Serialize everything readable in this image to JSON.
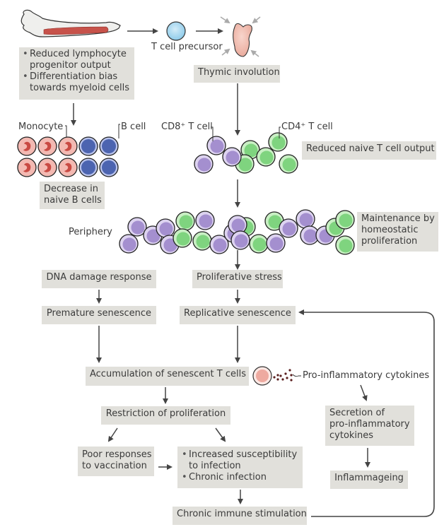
{
  "figure": {
    "top": {
      "precursor_label": "T cell precursor",
      "bone_marrow_points": [
        "Reduced lymphocyte progenitor output",
        "Differentiation bias towards myeloid cells"
      ],
      "bone_marrow_lines": [
        "Reduced lymphocyte",
        "progenitor output",
        "Differentiation bias",
        "towards myeloid cells"
      ],
      "thymus_box": "Thymic involution"
    },
    "bcell_branch": {
      "monocyte_label": "Monocyte",
      "bcell_label": "B cell",
      "box_lines": [
        "Decrease in",
        "naive B cells"
      ],
      "grid": {
        "rows": 2,
        "monocytes_per_row": 3,
        "bcells_per_row": 2
      }
    },
    "tcell_branch": {
      "cd8_label": "CD8⁺ T cell",
      "cd4_label": "CD4⁺ T cell",
      "box": "Reduced naive T cell output"
    },
    "periphery": {
      "label": "Periphery",
      "box_lines": [
        "Maintenance by",
        "homeostatic",
        "proliferation"
      ]
    },
    "left_path": {
      "dna_damage": "DNA damage response",
      "premature": "Premature senescence"
    },
    "right_path": {
      "prolif_stress": "Proliferative stress",
      "replicative": "Replicative senescence"
    },
    "accumulation": "Accumulation of senescent T cells",
    "cytokine_label": "Pro-inflammatory cytokines",
    "secretion_lines": [
      "Secretion of",
      "pro-inflammatory",
      "cytokines"
    ],
    "inflammageing": "Inflammageing",
    "restriction": "Restriction of proliferation",
    "poor_response_lines": [
      "Poor responses",
      "to vaccination"
    ],
    "infection_lines": [
      "Increased susceptibility",
      "to infection",
      "Chronic infection"
    ],
    "chronic_stimulation": "Chronic immune stimulation",
    "colors": {
      "box_bg": "#e1e0db",
      "arrow": "#444444",
      "cd8_fill": "#a48fcf",
      "cd8_ring": "#ddd3f0",
      "cd4_fill": "#7fd47f",
      "cd4_ring": "#c9efc4",
      "monocyte": "#f3b9b2",
      "monocyte_nucleus": "#c94a43",
      "bcell": "#4c64b0",
      "bcell_ring": "#b9c3ec",
      "precursor": "#a8d8f0",
      "thymus": "#f1bcb0",
      "marrow": "#c7524a"
    }
  }
}
